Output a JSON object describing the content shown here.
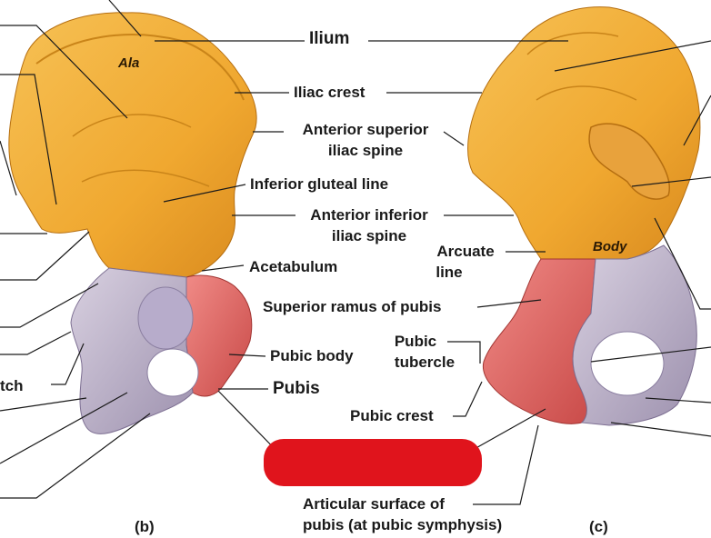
{
  "labels": {
    "ilium": "Ilium",
    "iliac_crest": "Iliac crest",
    "asis_1": "Anterior superior",
    "asis_2": "iliac spine",
    "inferior_gluteal_line": "Inferior gluteal line",
    "aiis_1": "Anterior inferior",
    "aiis_2": "iliac spine",
    "arcuate_1": "Arcuate",
    "arcuate_2": "line",
    "acetabulum": "Acetabulum",
    "superior_ramus": "Superior ramus of pubis",
    "pubic_tubercle_1": "Pubic",
    "pubic_tubercle_2": "tubercle",
    "pubic_body": "Pubic body",
    "pubis": "Pubis",
    "pubic_crest": "Pubic crest",
    "articular_1": "Articular surface of",
    "articular_2": "pubis (at pubic symphysis)",
    "ala": "Ala",
    "body": "Body",
    "notch_fragment": "tch",
    "panel_b": "(b)",
    "panel_c": "(c)"
  },
  "colors": {
    "ilium": "#f0a830",
    "ilium_shade": "#d98a1e",
    "ischium": "#c5bccf",
    "ischium_shade": "#9d91ae",
    "pubis": "#e9706d",
    "pubis_shade": "#c94a48",
    "redaction": "#e0141c"
  }
}
